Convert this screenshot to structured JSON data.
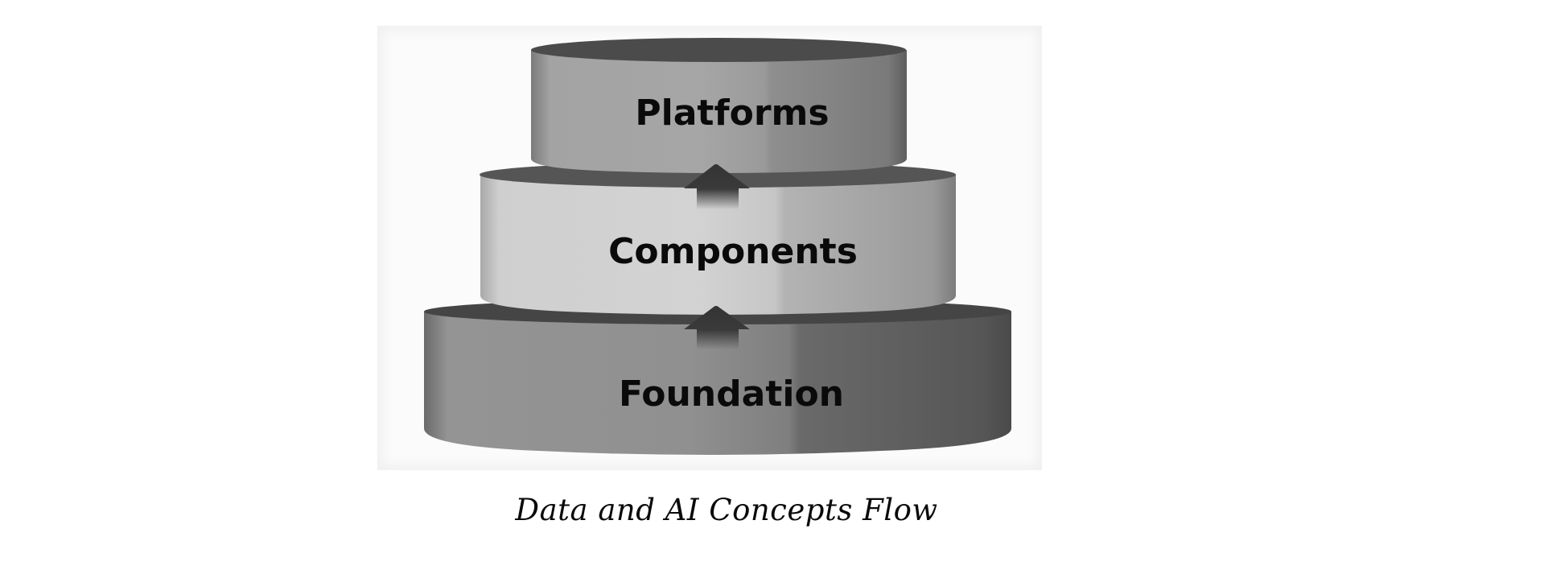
{
  "diagram": {
    "title": "Data and AI Concepts Flow",
    "type": "layered-stack",
    "flow_direction": "bottom-to-top",
    "tiers": [
      {
        "id": "platforms",
        "label": "Platforms",
        "level": 3,
        "body_color": "#9a9a9a",
        "cap_color": "#4b4b4b"
      },
      {
        "id": "components",
        "label": "Components",
        "level": 2,
        "body_color": "#cdcdcd",
        "cap_color": "#555555"
      },
      {
        "id": "foundation",
        "label": "Foundation",
        "level": 1,
        "body_color": "#8c8c8c",
        "cap_color": "#454545"
      }
    ],
    "connectors": [
      {
        "from": "foundation",
        "to": "components",
        "icon": "arrow-up-icon"
      },
      {
        "from": "components",
        "to": "platforms",
        "icon": "arrow-up-icon"
      }
    ]
  },
  "colors": {
    "background": "#ffffff",
    "frame": "#fbfbfb",
    "arrow": "#3a3a3a",
    "text": "#0a0a0a"
  }
}
